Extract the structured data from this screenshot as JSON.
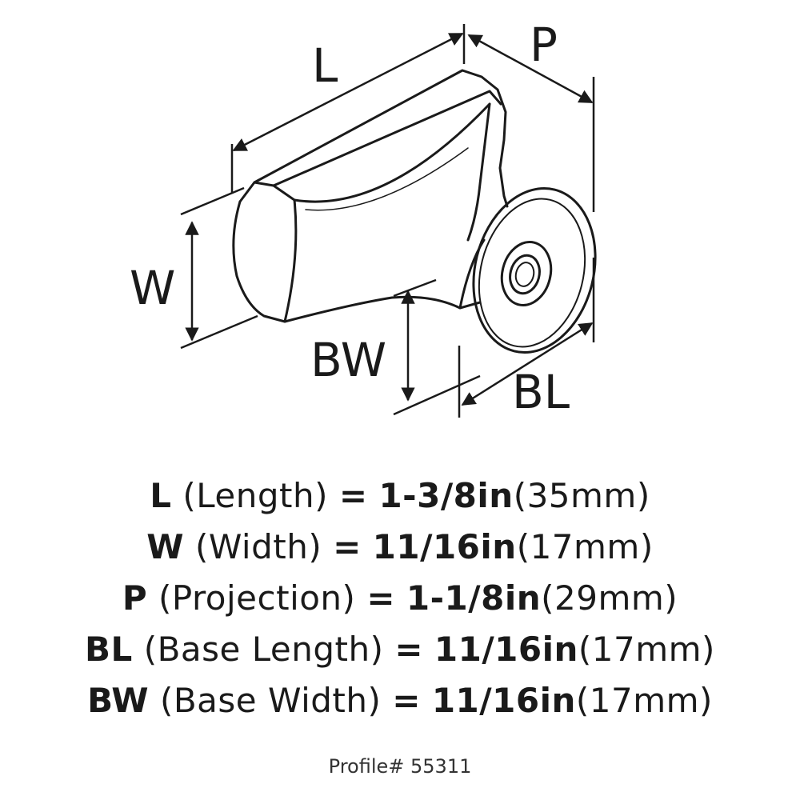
{
  "labels": {
    "L": "L",
    "P": "P",
    "W": "W",
    "BW": "BW",
    "BL": "BL"
  },
  "specs": [
    {
      "code": "L",
      "name": "(Length)",
      "eq": "=",
      "imperial": "1-3/8in",
      "metric": "(35mm)"
    },
    {
      "code": "W",
      "name": "(Width)",
      "eq": "=",
      "imperial": "11/16in",
      "metric": "(17mm)"
    },
    {
      "code": "P",
      "name": "(Projection)",
      "eq": "=",
      "imperial": "1-1/8in",
      "metric": "(29mm)"
    },
    {
      "code": "BL",
      "name": "(Base Length)",
      "eq": "=",
      "imperial": "11/16in",
      "metric": "(17mm)"
    },
    {
      "code": "BW",
      "name": "(Base Width)",
      "eq": "=",
      "imperial": "11/16in",
      "metric": "(17mm)"
    }
  ],
  "profile": "Profile# 55311"
}
